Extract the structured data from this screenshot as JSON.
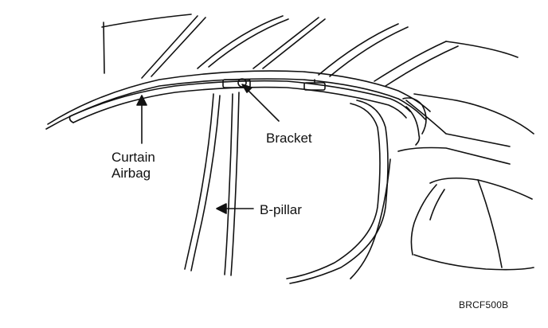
{
  "labels": {
    "curtain_airbag_line1": "Curtain",
    "curtain_airbag_line2": "Airbag",
    "bracket": "Bracket",
    "b_pillar": "B-pillar"
  },
  "figure_code": "BRCF500B",
  "colors": {
    "line": "#111111",
    "background": "#ffffff"
  }
}
